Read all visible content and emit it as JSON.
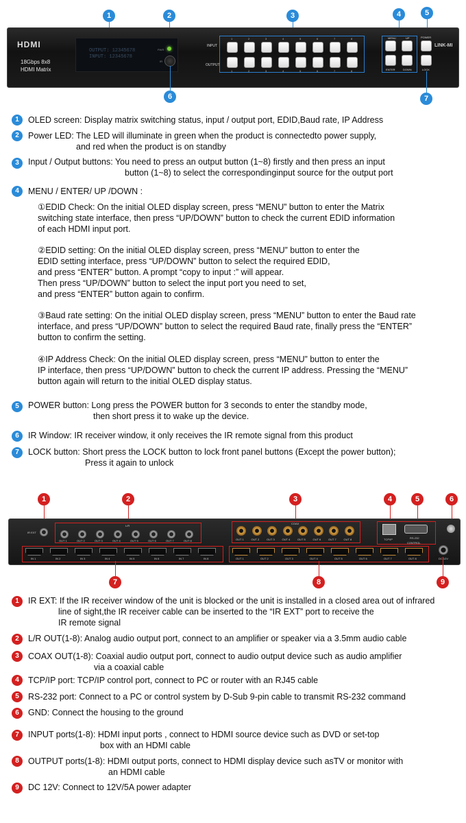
{
  "front_panel": {
    "logo": "HDMI",
    "spec_line1": "18Gbps 8x8",
    "spec_line2": "HDMI Matrix",
    "oled_line1": "OUTPUT: 12345678",
    "oled_line2": "INPUT:  12345678",
    "power_label": "PWR",
    "ir_label": "IR",
    "input_label": "INPUT",
    "output_label": "OUTPUT",
    "menu_label": "MENU",
    "up_label": "UP",
    "enter_label": "ENTER",
    "down_label": "DOWN",
    "power_btn_label": "POWER",
    "lock_label": "LOCK",
    "brand": "LINK-MI",
    "button_numbers": [
      "1",
      "2",
      "3",
      "4",
      "5",
      "6",
      "7",
      "8"
    ]
  },
  "callouts_top": [
    "1",
    "2",
    "3",
    "4",
    "5",
    "6",
    "7"
  ],
  "front_items": [
    {
      "num": "1",
      "title": "OLED screen:",
      "text": "Display matrix switching status, input / output port, EDID,Baud rate, IP Address"
    },
    {
      "num": "2",
      "title": "Power LED:",
      "text": "The LED will illuminate in green when the product is connectedto power supply,",
      "text2": "and red when the product is on standby"
    },
    {
      "num": "3",
      "title": "Input / Output buttons:",
      "text": "You need to press an output button (1~8) firstly and then press an input",
      "text2": "button (1~8) to select the correspondinginput source for the output port"
    },
    {
      "num": "4",
      "title": "MENU / ENTER/ UP /DOWN :"
    },
    {
      "num": "5",
      "title": "POWER button:",
      "text": "Long press the POWER button for 3 seconds to enter the standby mode,",
      "text2": "then short press it to wake up the device."
    },
    {
      "num": "6",
      "title": "IR Window:",
      "text": "IR receiver window, it only receives the IR remote signal from this product"
    },
    {
      "num": "7",
      "title": "LOCK button:",
      "text": "Short press the LOCK button to lock front panel buttons (Except the power button);",
      "text2": "Press it again to unlock"
    }
  ],
  "menu_sub": [
    [
      "①EDID Check: On the initial OLED display screen, press “MENU” button to enter the Matrix",
      "switching state interface,  then press “UP/DOWN” button to check the current EDID information",
      "of each HDMI input port."
    ],
    [
      "②EDID setting: On the initial OLED display screen, press “MENU” button to enter the",
      "EDID setting interface, press “UP/DOWN” button to select the required EDID,",
      "and press “ENTER” button. A prompt “copy to input :” will appear.",
      "Then press “UP/DOWN” button to select the input port you need to set,",
      "and press “ENTER” button again to confirm."
    ],
    [
      "③Baud rate setting: On the initial OLED display screen, press “MENU” button to enter the Baud rate",
      "interface, and press “UP/DOWN” button to select the required Baud rate, finally press the “ENTER”",
      "button to confirm the setting."
    ],
    [
      "④IP Address Check: On the initial OLED display screen, press “MENU” button to enter the",
      "IP interface,  then press “UP/DOWN” button to check the current IP address. Pressing the “MENU”",
      "button again will return to the initial OLED display status."
    ]
  ],
  "rear_panel": {
    "ir_ext_label": "IR EXT",
    "lr_label": "L/R",
    "coax_label": "COAX",
    "tcpip_label": "TCP/IP",
    "rs232_label": "RS-232",
    "control_label": "CONTROL",
    "dc_label": "DC 12V",
    "out_labels": [
      "OUT 1",
      "OUT 2",
      "OUT 3",
      "OUT 4",
      "OUT 5",
      "OUT 6",
      "OUT 7",
      "OUT 8"
    ],
    "in_labels": [
      "IN 1",
      "IN 2",
      "IN 3",
      "IN 4",
      "IN 5",
      "IN 6",
      "IN 7",
      "IN 8"
    ]
  },
  "callouts_rear": [
    "1",
    "2",
    "3",
    "4",
    "5",
    "6",
    "7",
    "8",
    "9"
  ],
  "rear_items": [
    {
      "num": "1",
      "title": "IR EXT:",
      "text": "If the IR receiver window of the unit is blocked or the unit is installed in a closed area out of infrared",
      "text2": "line of sight,the IR receiver cable can be inserted to the “IR EXT” port to receive the",
      "text3": "IR remote signal"
    },
    {
      "num": "2",
      "title": "L/R OUT(1-8):",
      "text": "Analog audio output port, connect to an amplifier or speaker via a 3.5mm audio cable"
    },
    {
      "num": "3",
      "title": "COAX OUT(1-8):",
      "text": "Coaxial audio output port, connect to audio output device such as audio amplifier",
      "text2": "via a coaxial cable"
    },
    {
      "num": "4",
      "title": "TCP/IP port:",
      "text": "TCP/IP control port, connect to PC or router with an RJ45 cable"
    },
    {
      "num": "5",
      "title": "RS-232 port:",
      "text": "Connect to a PC or control system by D-Sub 9-pin cable to  transmit RS-232 command"
    },
    {
      "num": "6",
      "title": "GND:",
      "text": "Connect the housing to the ground"
    },
    {
      "num": "7",
      "title": "INPUT ports(1-8):",
      "text": "HDMI input ports , connect to HDMI source device such as DVD or set-top",
      "text2": "box with an HDMI cable"
    },
    {
      "num": "8",
      "title": "OUTPUT ports(1-8):",
      "text": "HDMI output ports, connect to HDMI display device such asTV or monitor with",
      "text2": "an HDMI cable"
    },
    {
      "num": "9",
      "title": "DC 12V:",
      "text": "Connect to 12V/5A power adapter"
    }
  ]
}
